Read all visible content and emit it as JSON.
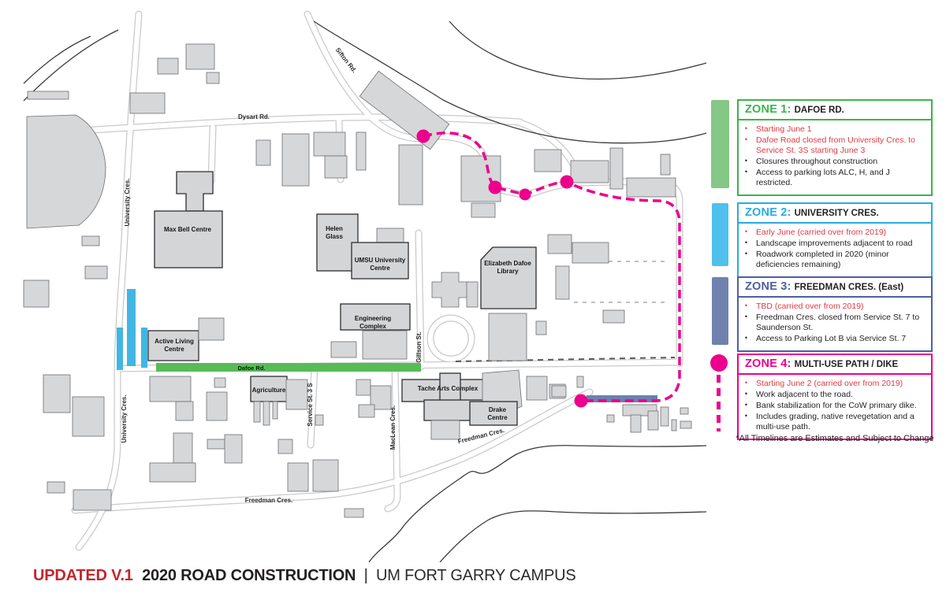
{
  "title": {
    "updated": "UPDATED V.1",
    "main": "2020 ROAD CONSTRUCTION",
    "separator": "|",
    "campus": "UM FORT GARRY CAMPUS"
  },
  "footnote": "*All Timelines are Estimates and Subject to Change",
  "legend": {
    "bullet_char": "•",
    "zones": [
      {
        "label": "ZONE 1:",
        "name": "DAFOE RD.",
        "color": "#3ab54a",
        "bullets": [
          {
            "text": "Starting June 1",
            "emphasis": "red"
          },
          {
            "text": "Dafoe Road closed from University Cres. to Service St. 3S starting June 3",
            "emphasis": "red"
          },
          {
            "text": "Closures throughout construction",
            "emphasis": "normal"
          },
          {
            "text": "Access to parking lots ALC, H, and J restricted.",
            "emphasis": "normal"
          }
        ]
      },
      {
        "label": "ZONE 2:",
        "name": "UNIVERSITY CRES.",
        "color": "#29abe2",
        "bullets": [
          {
            "text": "Early June (carried over from 2019)",
            "emphasis": "red"
          },
          {
            "text": "Landscape improvements adjacent to road",
            "emphasis": "normal"
          },
          {
            "text": "Roadwork completed in 2020 (minor deficiencies remaining)",
            "emphasis": "normal"
          }
        ]
      },
      {
        "label": "ZONE 3:",
        "name": "FREEDMAN CRES. (East)",
        "color": "#4d5fa1",
        "bullets": [
          {
            "text": "TBD (carried over from 2019)",
            "emphasis": "red"
          },
          {
            "text": "Freedman Cres. closed from Service St. 7 to Saunderson St.",
            "emphasis": "normal"
          },
          {
            "text": "Access to Parking Lot B via Service St. 7",
            "emphasis": "normal"
          }
        ]
      },
      {
        "label": "ZONE 4:",
        "name": "MULTI-USE PATH / DIKE",
        "color": "#ec008c",
        "bullets": [
          {
            "text": "Starting June 2 (carried over from 2019)",
            "emphasis": "red"
          },
          {
            "text": "Work adjacent to the road.",
            "emphasis": "normal"
          },
          {
            "text": "Bank stabilization for the CoW primary dike.",
            "emphasis": "normal"
          },
          {
            "text": "Includes grading, native revegetation and a multi-use path.",
            "emphasis": "normal"
          }
        ]
      }
    ]
  },
  "map": {
    "streets": {
      "sifton": "Sifton Rd.",
      "dysart": "Dysart Rd.",
      "university": "University Cres.",
      "dafoe": "Dafoe Rd.",
      "gillson": "Gillson St.",
      "service3s": "Service St. 3 S",
      "maclean": "MacLean Cres.",
      "freedman": "Freedman Cres."
    },
    "buildings": {
      "max_bell": "Max Bell Centre",
      "helen_glass_1": "Helen",
      "helen_glass_2": "Glass",
      "umsu_1": "UMSU University",
      "umsu_2": "Centre",
      "dafoe_lib_1": "Elizabeth Dafoe",
      "dafoe_lib_2": "Library",
      "engineering_1": "Engineering",
      "engineering_2": "Complex",
      "active_1": "Active Living",
      "active_2": "Centre",
      "agriculture": "Agriculture",
      "tache": "Tache Arts Complex",
      "drake_1": "Drake",
      "drake_2": "Centre"
    }
  },
  "colors": {
    "zone1_green": "#3ab54a",
    "zone1_sidebar": "#85c785",
    "map_green_bar": "#57bb57",
    "zone2_blue": "#29abe2",
    "zone2_sidebar": "#4fc1ec",
    "map_blue_bar": "#41b6e2",
    "zone3_slate": "#4d5fa1",
    "zone3_sidebar": "#7081ae",
    "map_slate_bar": "#6d80b0",
    "zone4_magenta": "#ec008c",
    "red_text": "#e03a40",
    "title_red": "#c1272d"
  }
}
